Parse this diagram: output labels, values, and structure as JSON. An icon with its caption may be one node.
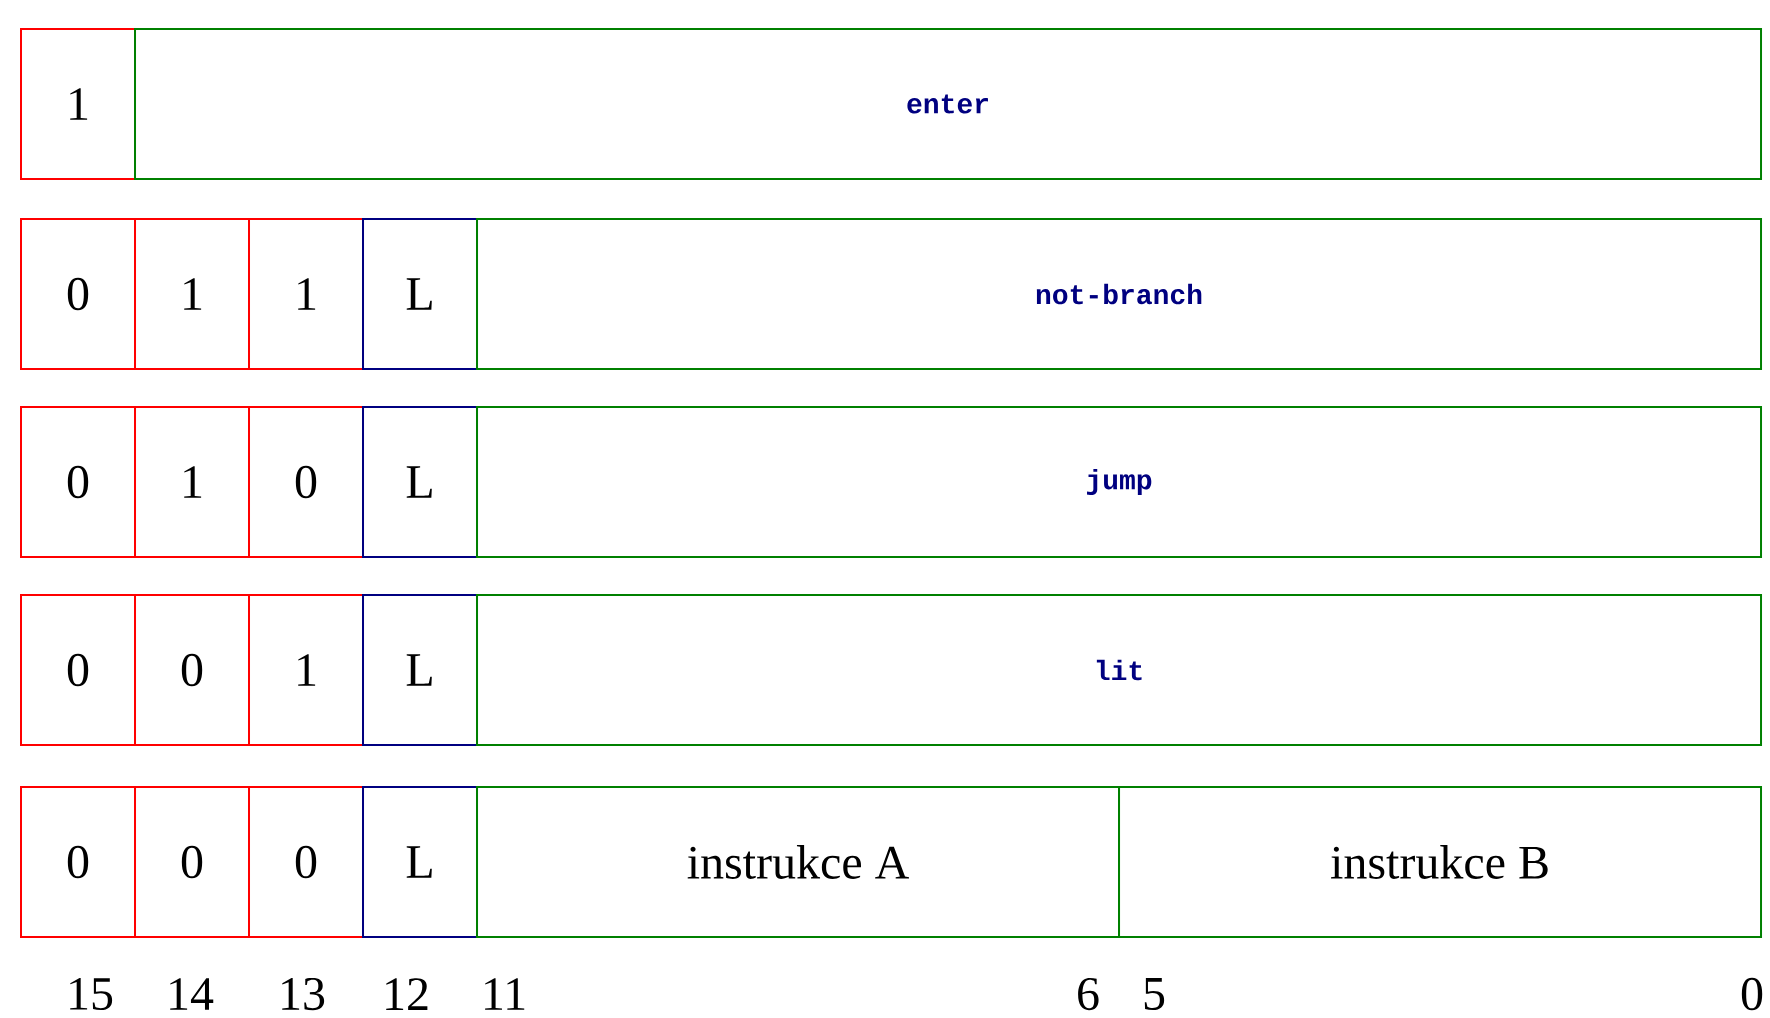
{
  "diagram": {
    "nodes": [
      {
        "text": [
          "1"
        ]
      },
      {
        "text": [
          "enter"
        ]
      },
      {
        "text": [
          "0"
        ]
      },
      {
        "text": [
          "1"
        ]
      },
      {
        "text": [
          "1"
        ]
      },
      {
        "text": [
          "L"
        ]
      },
      {
        "text": [
          "not-branch"
        ]
      },
      {
        "text": [
          "0"
        ]
      },
      {
        "text": [
          "1"
        ]
      },
      {
        "text": [
          "0"
        ]
      },
      {
        "text": [
          "L"
        ]
      },
      {
        "text": [
          "jump"
        ]
      },
      {
        "text": [
          "0"
        ]
      },
      {
        "text": [
          "0"
        ]
      },
      {
        "text": [
          "1"
        ]
      },
      {
        "text": [
          "L"
        ]
      },
      {
        "text": [
          "lit"
        ]
      },
      {
        "text": [
          "0"
        ]
      },
      {
        "text": [
          "0"
        ]
      },
      {
        "text": [
          "0"
        ]
      },
      {
        "text": [
          "L"
        ]
      },
      {
        "text": [
          "instrukce A"
        ]
      },
      {
        "text": [
          "instrukce B"
        ]
      }
    ],
    "labels": [
      "15",
      "14",
      "13",
      "12",
      "11",
      "6",
      "5",
      "0"
    ]
  }
}
